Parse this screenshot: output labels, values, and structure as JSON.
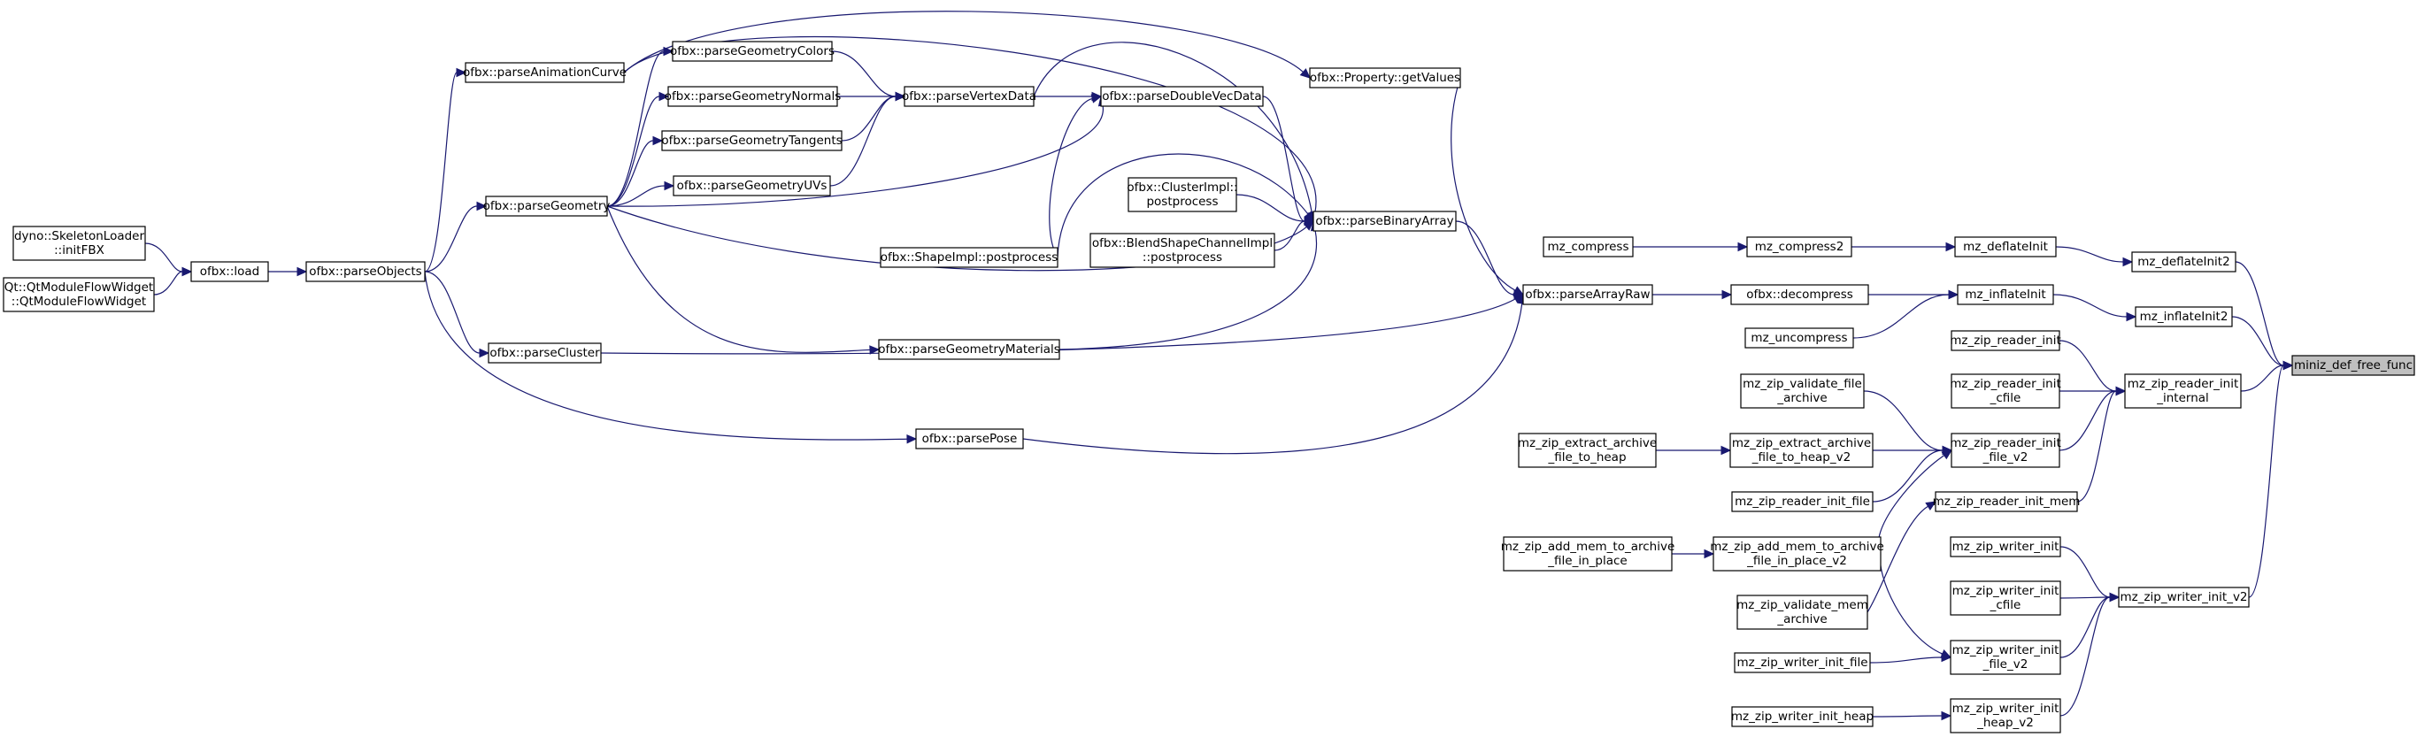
{
  "graph": {
    "title": "",
    "colors": {
      "edge": "#191970",
      "node_border": "#000000",
      "node_fill": "#ffffff",
      "highlight_fill": "#bfbfbf"
    },
    "nodes": [
      {
        "id": "dyno_skel",
        "lines": [
          "dyno::SkeletonLoader",
          "::initFBX"
        ]
      },
      {
        "id": "qt_flow",
        "lines": [
          "Qt::QtModuleFlowWidget",
          "::QtModuleFlowWidget"
        ]
      },
      {
        "id": "ofbx_load",
        "lines": [
          "ofbx::load"
        ]
      },
      {
        "id": "ofbx_parseObjects",
        "lines": [
          "ofbx::parseObjects"
        ]
      },
      {
        "id": "ofbx_parseAnimationCurve",
        "lines": [
          "ofbx::parseAnimationCurve"
        ]
      },
      {
        "id": "ofbx_parseGeometry",
        "lines": [
          "ofbx::parseGeometry"
        ]
      },
      {
        "id": "ofbx_parseCluster",
        "lines": [
          "ofbx::parseCluster"
        ]
      },
      {
        "id": "ofbx_parseGeometryColors",
        "lines": [
          "ofbx::parseGeometryColors"
        ]
      },
      {
        "id": "ofbx_parseGeometryNormals",
        "lines": [
          "ofbx::parseGeometryNormals"
        ]
      },
      {
        "id": "ofbx_parseGeometryTangents",
        "lines": [
          "ofbx::parseGeometryTangents"
        ]
      },
      {
        "id": "ofbx_parseGeometryUVs",
        "lines": [
          "ofbx::parseGeometryUVs"
        ]
      },
      {
        "id": "ofbx_parseVertexData",
        "lines": [
          "ofbx::parseVertexData"
        ]
      },
      {
        "id": "ofbx_ShapeImpl",
        "lines": [
          "ofbx::ShapeImpl::postprocess"
        ]
      },
      {
        "id": "ofbx_parseGeometryMaterials",
        "lines": [
          "ofbx::parseGeometryMaterials"
        ]
      },
      {
        "id": "ofbx_parsePose",
        "lines": [
          "ofbx::parsePose"
        ]
      },
      {
        "id": "ofbx_parseDoubleVecData",
        "lines": [
          "ofbx::parseDoubleVecData"
        ]
      },
      {
        "id": "ofbx_ClusterImpl",
        "lines": [
          "ofbx::ClusterImpl::",
          "postprocess"
        ]
      },
      {
        "id": "ofbx_BlendShape",
        "lines": [
          "ofbx::BlendShapeChannelImpl",
          "::postprocess"
        ]
      },
      {
        "id": "ofbx_Property_getValues",
        "lines": [
          "ofbx::Property::getValues"
        ]
      },
      {
        "id": "ofbx_parseBinaryArray",
        "lines": [
          "ofbx::parseBinaryArray"
        ]
      },
      {
        "id": "ofbx_parseArrayRaw",
        "lines": [
          "ofbx::parseArrayRaw"
        ]
      },
      {
        "id": "mz_compress",
        "lines": [
          "mz_compress"
        ]
      },
      {
        "id": "mz_compress2",
        "lines": [
          "mz_compress2"
        ]
      },
      {
        "id": "ofbx_decompress",
        "lines": [
          "ofbx::decompress"
        ]
      },
      {
        "id": "mz_uncompress",
        "lines": [
          "mz_uncompress"
        ]
      },
      {
        "id": "mz_zip_validate_file_archive",
        "lines": [
          "mz_zip_validate_file",
          "_archive"
        ]
      },
      {
        "id": "mz_zip_extract_archive_file_to_heap",
        "lines": [
          "mz_zip_extract_archive",
          "_file_to_heap"
        ]
      },
      {
        "id": "mz_zip_extract_archive_file_to_heap_v2",
        "lines": [
          "mz_zip_extract_archive",
          "_file_to_heap_v2"
        ]
      },
      {
        "id": "mz_zip_reader_init_file",
        "lines": [
          "mz_zip_reader_init_file"
        ]
      },
      {
        "id": "mz_zip_add_mem_to_archive_file_in_place",
        "lines": [
          "mz_zip_add_mem_to_archive",
          "_file_in_place"
        ]
      },
      {
        "id": "mz_zip_add_mem_to_archive_file_in_place_v2",
        "lines": [
          "mz_zip_add_mem_to_archive",
          "_file_in_place_v2"
        ]
      },
      {
        "id": "mz_zip_validate_mem_archive",
        "lines": [
          "mz_zip_validate_mem",
          "_archive"
        ]
      },
      {
        "id": "mz_zip_writer_init_file",
        "lines": [
          "mz_zip_writer_init_file"
        ]
      },
      {
        "id": "mz_zip_writer_init_heap",
        "lines": [
          "mz_zip_writer_init_heap"
        ]
      },
      {
        "id": "mz_deflateInit",
        "lines": [
          "mz_deflateInit"
        ]
      },
      {
        "id": "mz_inflateInit",
        "lines": [
          "mz_inflateInit"
        ]
      },
      {
        "id": "mz_zip_reader_init",
        "lines": [
          "mz_zip_reader_init"
        ]
      },
      {
        "id": "mz_zip_reader_init_cfile",
        "lines": [
          "mz_zip_reader_init",
          "_cfile"
        ]
      },
      {
        "id": "mz_zip_reader_init_file_v2",
        "lines": [
          "mz_zip_reader_init",
          "_file_v2"
        ]
      },
      {
        "id": "mz_zip_reader_init_mem",
        "lines": [
          "mz_zip_reader_init_mem"
        ]
      },
      {
        "id": "mz_zip_writer_init",
        "lines": [
          "mz_zip_writer_init"
        ]
      },
      {
        "id": "mz_zip_writer_init_cfile",
        "lines": [
          "mz_zip_writer_init",
          "_cfile"
        ]
      },
      {
        "id": "mz_zip_writer_init_file_v2",
        "lines": [
          "mz_zip_writer_init",
          "_file_v2"
        ]
      },
      {
        "id": "mz_zip_writer_init_heap_v2",
        "lines": [
          "mz_zip_writer_init",
          "_heap_v2"
        ]
      },
      {
        "id": "mz_deflateInit2",
        "lines": [
          "mz_deflateInit2"
        ]
      },
      {
        "id": "mz_inflateInit2",
        "lines": [
          "mz_inflateInit2"
        ]
      },
      {
        "id": "mz_zip_reader_init_internal",
        "lines": [
          "mz_zip_reader_init",
          "_internal"
        ]
      },
      {
        "id": "mz_zip_writer_init_v2",
        "lines": [
          "mz_zip_writer_init_v2"
        ]
      },
      {
        "id": "miniz_def_free_func",
        "lines": [
          "miniz_def_free_func"
        ],
        "highlight": true
      }
    ],
    "edges": [
      [
        "dyno_skel",
        "ofbx_load"
      ],
      [
        "qt_flow",
        "ofbx_load"
      ],
      [
        "ofbx_load",
        "ofbx_parseObjects"
      ],
      [
        "ofbx_parseObjects",
        "ofbx_parseAnimationCurve"
      ],
      [
        "ofbx_parseObjects",
        "ofbx_parseGeometry"
      ],
      [
        "ofbx_parseObjects",
        "ofbx_parseCluster"
      ],
      [
        "ofbx_parseObjects",
        "ofbx_parsePose"
      ],
      [
        "ofbx_parseAnimationCurve",
        "ofbx_Property_getValues"
      ],
      [
        "ofbx_parseAnimationCurve",
        "ofbx_parseBinaryArray"
      ],
      [
        "ofbx_parseGeometry",
        "ofbx_parseGeometryColors"
      ],
      [
        "ofbx_parseGeometry",
        "ofbx_parseGeometryNormals"
      ],
      [
        "ofbx_parseGeometry",
        "ofbx_parseGeometryTangents"
      ],
      [
        "ofbx_parseGeometry",
        "ofbx_parseGeometryUVs"
      ],
      [
        "ofbx_parseGeometry",
        "ofbx_parseDoubleVecData"
      ],
      [
        "ofbx_parseGeometry",
        "ofbx_parseGeometryMaterials"
      ],
      [
        "ofbx_parseGeometry",
        "ofbx_parseBinaryArray"
      ],
      [
        "ofbx_parseGeometryColors",
        "ofbx_parseVertexData"
      ],
      [
        "ofbx_parseGeometryNormals",
        "ofbx_parseVertexData"
      ],
      [
        "ofbx_parseGeometryTangents",
        "ofbx_parseVertexData"
      ],
      [
        "ofbx_parseGeometryUVs",
        "ofbx_parseVertexData"
      ],
      [
        "ofbx_parseVertexData",
        "ofbx_parseDoubleVecData"
      ],
      [
        "ofbx_parseVertexData",
        "ofbx_parseBinaryArray"
      ],
      [
        "ofbx_ShapeImpl",
        "ofbx_parseDoubleVecData"
      ],
      [
        "ofbx_ShapeImpl",
        "ofbx_parseBinaryArray"
      ],
      [
        "ofbx_parseDoubleVecData",
        "ofbx_parseBinaryArray"
      ],
      [
        "ofbx_ClusterImpl",
        "ofbx_parseBinaryArray"
      ],
      [
        "ofbx_BlendShape",
        "ofbx_parseBinaryArray"
      ],
      [
        "ofbx_parseGeometryMaterials",
        "ofbx_parseBinaryArray"
      ],
      [
        "ofbx_parseCluster",
        "ofbx_parseArrayRaw"
      ],
      [
        "ofbx_parsePose",
        "ofbx_parseArrayRaw"
      ],
      [
        "ofbx_Property_getValues",
        "ofbx_parseArrayRaw"
      ],
      [
        "ofbx_parseBinaryArray",
        "ofbx_parseArrayRaw"
      ],
      [
        "ofbx_parseArrayRaw",
        "ofbx_decompress"
      ],
      [
        "mz_compress",
        "mz_compress2"
      ],
      [
        "mz_compress2",
        "mz_deflateInit"
      ],
      [
        "ofbx_decompress",
        "mz_inflateInit"
      ],
      [
        "mz_uncompress",
        "mz_inflateInit"
      ],
      [
        "mz_deflateInit",
        "mz_deflateInit2"
      ],
      [
        "mz_inflateInit",
        "mz_inflateInit2"
      ],
      [
        "mz_deflateInit2",
        "miniz_def_free_func"
      ],
      [
        "mz_inflateInit2",
        "miniz_def_free_func"
      ],
      [
        "mz_zip_reader_init",
        "mz_zip_reader_init_internal"
      ],
      [
        "mz_zip_reader_init_cfile",
        "mz_zip_reader_init_internal"
      ],
      [
        "mz_zip_reader_init_file_v2",
        "mz_zip_reader_init_internal"
      ],
      [
        "mz_zip_reader_init_mem",
        "mz_zip_reader_init_internal"
      ],
      [
        "mz_zip_reader_init_internal",
        "miniz_def_free_func"
      ],
      [
        "mz_zip_validate_file_archive",
        "mz_zip_reader_init_file_v2"
      ],
      [
        "mz_zip_extract_archive_file_to_heap",
        "mz_zip_extract_archive_file_to_heap_v2"
      ],
      [
        "mz_zip_extract_archive_file_to_heap_v2",
        "mz_zip_reader_init_file_v2"
      ],
      [
        "mz_zip_reader_init_file",
        "mz_zip_reader_init_file_v2"
      ],
      [
        "mz_zip_add_mem_to_archive_file_in_place",
        "mz_zip_add_mem_to_archive_file_in_place_v2"
      ],
      [
        "mz_zip_add_mem_to_archive_file_in_place_v2",
        "mz_zip_reader_init_file_v2"
      ],
      [
        "mz_zip_add_mem_to_archive_file_in_place_v2",
        "mz_zip_writer_init_file_v2"
      ],
      [
        "mz_zip_validate_mem_archive",
        "mz_zip_reader_init_mem"
      ],
      [
        "mz_zip_writer_init",
        "mz_zip_writer_init_v2"
      ],
      [
        "mz_zip_writer_init_cfile",
        "mz_zip_writer_init_v2"
      ],
      [
        "mz_zip_writer_init_file_v2",
        "mz_zip_writer_init_v2"
      ],
      [
        "mz_zip_writer_init_heap_v2",
        "mz_zip_writer_init_v2"
      ],
      [
        "mz_zip_writer_init_file",
        "mz_zip_writer_init_file_v2"
      ],
      [
        "mz_zip_writer_init_heap",
        "mz_zip_writer_init_heap_v2"
      ],
      [
        "mz_zip_writer_init_v2",
        "miniz_def_free_func"
      ]
    ]
  }
}
